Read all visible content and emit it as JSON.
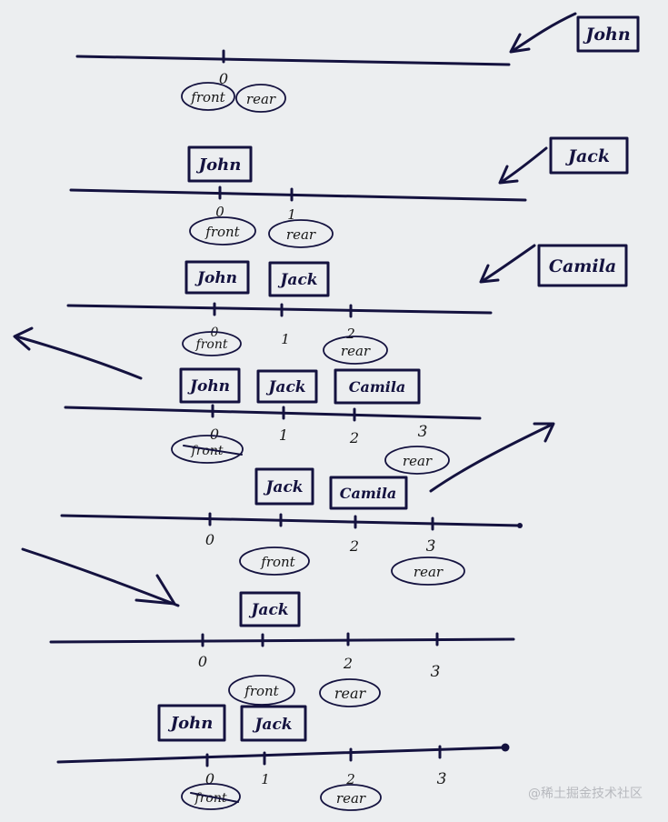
{
  "names": {
    "john": "John",
    "jack": "Jack",
    "camila": "Camila"
  },
  "labels": {
    "front": "front",
    "rear": "rear"
  },
  "indices": {
    "i0": "0",
    "i1": "1",
    "i2": "2",
    "i3": "3"
  },
  "watermark": "@稀土掘金技术社区",
  "colors": {
    "ink": "#14123f",
    "paper": "#eceef0",
    "marker": "#161616"
  }
}
